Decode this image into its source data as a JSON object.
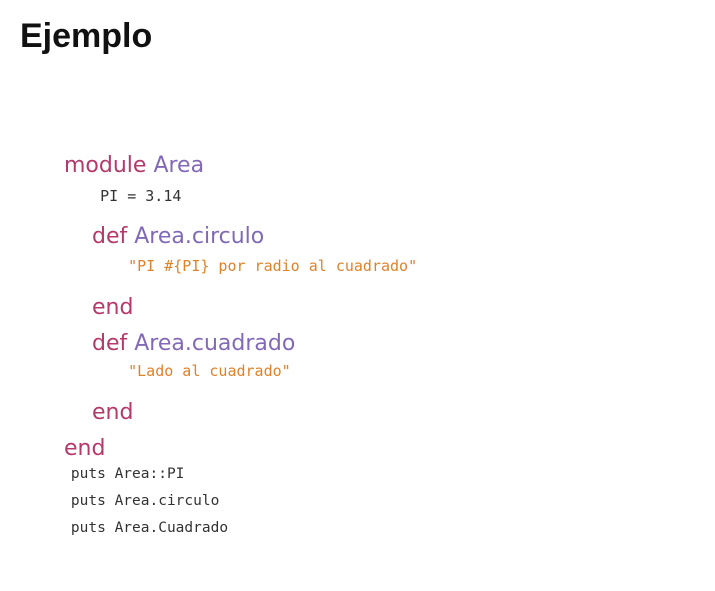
{
  "slide": {
    "title": "Ejemplo"
  },
  "code": {
    "line1_keyword": "module",
    "line1_name": "Area",
    "line2_text": "PI = 3.14",
    "line3_keyword": "def",
    "line3_name": "Area.circulo",
    "line4_string": "\"PI #{PI} por radio al cuadrado\"",
    "line5_keyword": "end",
    "line6_keyword": "def",
    "line6_name": "Area.cuadrado",
    "line7_string": "\"Lado al cuadrado\"",
    "line8_keyword": "end",
    "line9_keyword": "end",
    "line10_text": "puts Area::PI",
    "line11_text": "puts Area.circulo",
    "line12_text": "puts Area.Cuadrado"
  },
  "colors": {
    "keyword": "#b5396b",
    "constant": "#8269b8",
    "string": "#e0822a",
    "plain": "#333333"
  }
}
